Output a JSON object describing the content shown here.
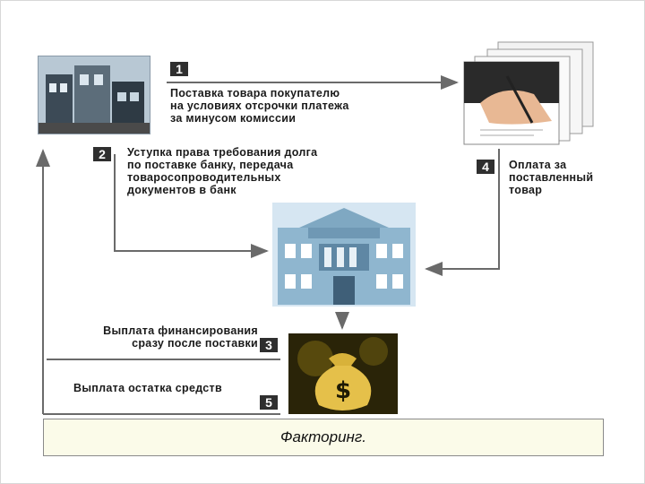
{
  "diagram": {
    "steps": [
      {
        "num": "1",
        "text": "Поставка товара покупателю\nна условиях отсрочки платежа\nза минусом комиссии"
      },
      {
        "num": "2",
        "text": "Уступка права требования долга\nпо поставке банку, передача\nтоваросопроводительных\nдокументов в банк"
      },
      {
        "num": "4",
        "text": "Оплата за\nпоставленный\nтовар"
      },
      {
        "num": "3",
        "text": "Выплата финансирования\nсразу после поставки"
      },
      {
        "num": "5",
        "text": "Выплата остатка средств"
      }
    ],
    "caption": "Факторинг.",
    "colors": {
      "arrow": "#6a6a6a",
      "box": "#2f2f2f",
      "caption_bg": "#fbfbe9"
    }
  }
}
